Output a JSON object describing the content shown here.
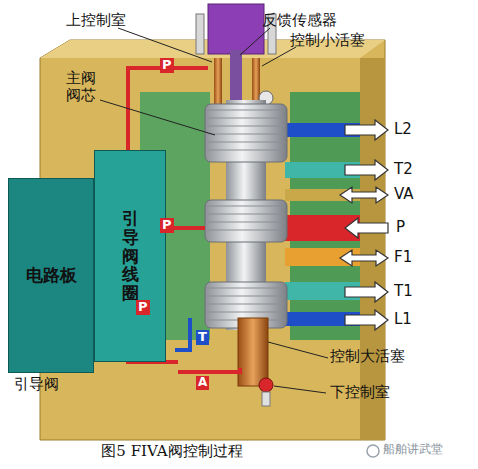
{
  "diagram": {
    "caption": "图5 FIVA阀控制过程",
    "nodes": [
      {
        "text": [
          "电路板"
        ]
      },
      {
        "text": [
          "引导阀线圈"
        ]
      }
    ],
    "labels": [
      "上控制室",
      "反馈传感器",
      "控制小活塞",
      "主阀 阀芯",
      "L2",
      "T2",
      "VA",
      "P",
      "F1",
      "T1",
      "L1",
      "P",
      "P",
      "P",
      "T",
      "A",
      "控制大活塞",
      "下控制室",
      "引导阀",
      "船舶讲武堂"
    ]
  }
}
